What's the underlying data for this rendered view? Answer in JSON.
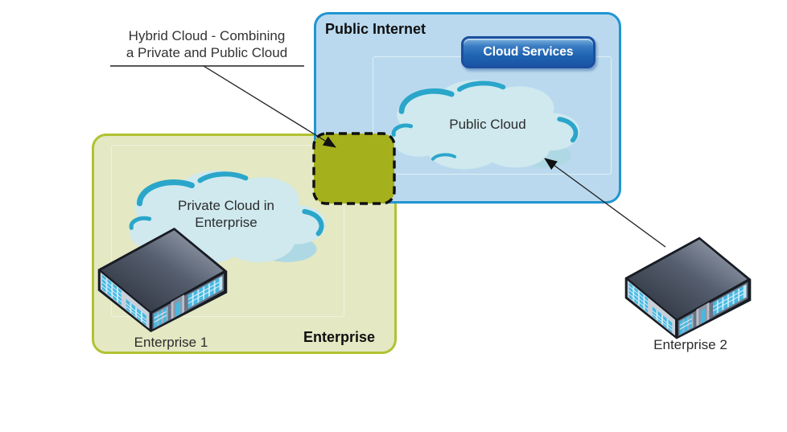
{
  "diagram": {
    "annotation": {
      "line1": "Hybrid Cloud - Combining",
      "line2": "a Private and Public Cloud"
    },
    "public_internet": {
      "title": "Public Internet",
      "button_label": "Cloud Services",
      "cloud_label": "Public Cloud",
      "fill_color": "#bad9ee",
      "border_color": "#2095d2"
    },
    "enterprise": {
      "title": "Enterprise",
      "cloud_label_line1": "Private Cloud in",
      "cloud_label_line2": "Enterprise",
      "building_label": "Enterprise 1",
      "fill_color": "#e4e8c3",
      "border_color": "#b1c231"
    },
    "enterprise2": {
      "building_label": "Enterprise 2"
    },
    "hybrid_overlap": {
      "fill_color": "#a5b01d",
      "border_style": "dashed-black"
    },
    "cloud_colors": {
      "fill": "#cfe9ef",
      "accent": "#2aa6ca"
    }
  }
}
